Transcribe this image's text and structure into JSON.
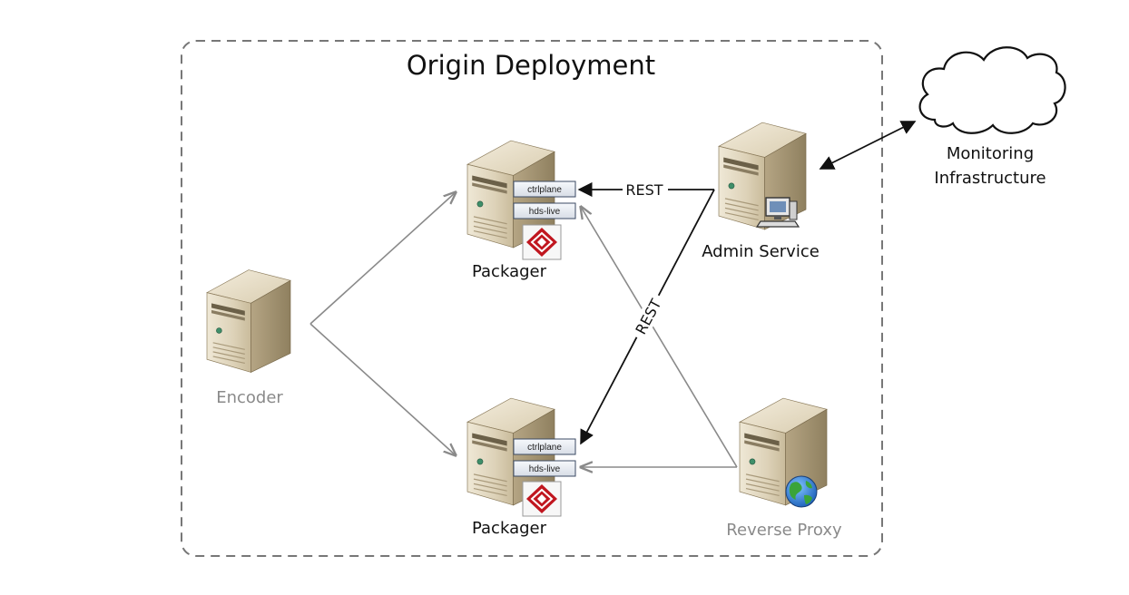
{
  "diagram": {
    "title": "Origin Deployment",
    "nodes": {
      "encoder": {
        "label": "Encoder"
      },
      "packager_top": {
        "label": "Packager",
        "tag1": "ctrlplane",
        "tag2": "hds-live"
      },
      "packager_bottom": {
        "label": "Packager",
        "tag1": "ctrlplane",
        "tag2": "hds-live"
      },
      "admin": {
        "label": "Admin Service"
      },
      "proxy": {
        "label": "Reverse Proxy"
      },
      "monitoring": {
        "line1": "Monitoring",
        "line2": "Infrastructure"
      }
    },
    "edges": {
      "rest_top": "REST",
      "rest_diag": "REST"
    },
    "icons": {
      "server": "server-tower-icon",
      "packager_logo": "red-diamond-logo-icon",
      "workstation": "computer-workstation-icon",
      "globe": "globe-icon",
      "cloud": "cloud-icon"
    },
    "colors": {
      "server_face": "#d8cdb4",
      "server_side": "#a8987a",
      "logo_red": "#c0161f",
      "muted_text": "#8a8a8a",
      "dashed_border": "#777777"
    }
  }
}
